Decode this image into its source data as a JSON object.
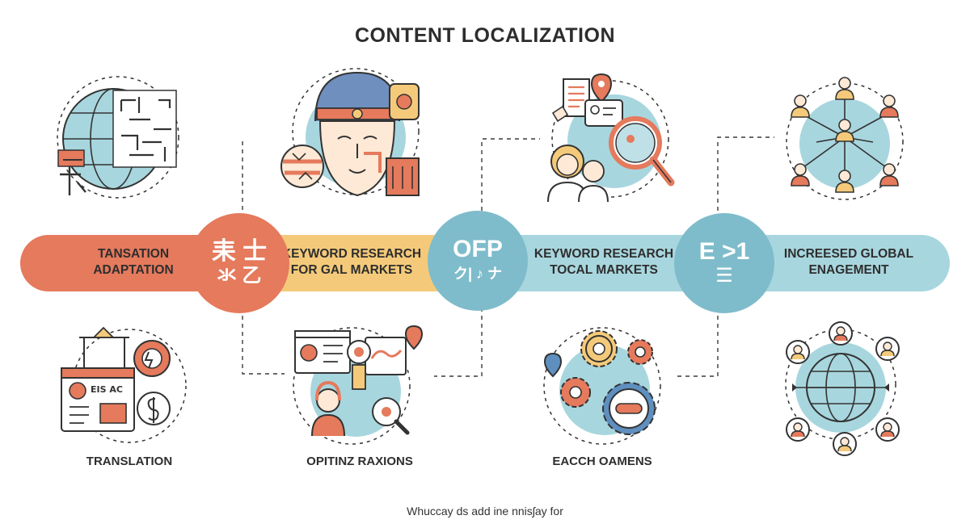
{
  "title": "CONTENT LOCALIZATION",
  "colors": {
    "coral": "#e57a5c",
    "yellow": "#f4ca7a",
    "blue": "#8ec9d3",
    "blue_light": "#a8d6de",
    "hub_blue": "#7fbccb",
    "outline": "#2e2e2e"
  },
  "band": {
    "segments": [
      {
        "line1": "TANSATION",
        "line2": "ADAPTATION"
      },
      {
        "line1": "KEYWORD RESEARCH",
        "line2": "FOR GAL MARKETS"
      },
      {
        "line1": "KEYWORD RESEARCH",
        "line2": "TOCAL MARKETS"
      },
      {
        "line1": "INCREESED GLOBAL",
        "line2": "ENAGEMENT"
      }
    ],
    "hubs": [
      {
        "line1": "耒 士",
        "line2": "氺 乙"
      },
      {
        "line1": "OFP",
        "line2": "ク| ♪ ナ"
      },
      {
        "line1": "E >1",
        "line2": "☰"
      }
    ]
  },
  "captions": [
    "TRANSLATION",
    "OPITINZ RAXIONS",
    "EACCH OAMENS"
  ],
  "icon_text": {
    "sign": "EIS AC"
  },
  "icons": {
    "top": [
      "globe-translation-icon",
      "cultural-mask-icon",
      "local-search-icon",
      "people-network-icon"
    ],
    "bottom": [
      "translation-document-icon",
      "optimization-person-icon",
      "gears-icon",
      "global-network-icon"
    ]
  },
  "footer": "Whuccay ds add ine nnisʃay for"
}
